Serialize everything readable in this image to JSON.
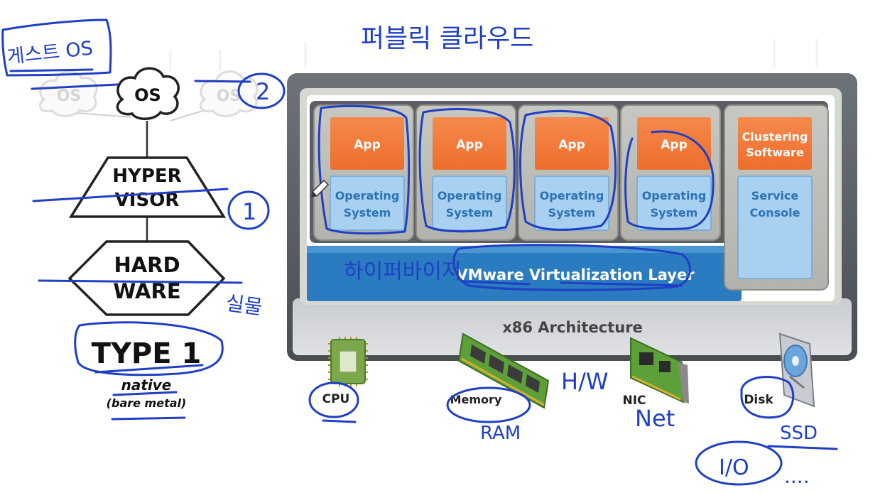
{
  "annotations": {
    "top_title": "퍼블릭 클라우드",
    "guest_os": "게스트 OS",
    "num_two": "2",
    "num_one": "1",
    "physical": "실물",
    "hypervisor_note": "하이퍼바이저",
    "hw": "H/W",
    "ram": "RAM",
    "net": "Net",
    "ssd": "SSD",
    "io": "I/O",
    "dots": "...."
  },
  "type1_diagram": {
    "os_center": "OS",
    "os_left": "OS",
    "os_right": "OS",
    "hypervisor_line1": "HYPER",
    "hypervisor_line2": "VISOR",
    "hardware_line1": "HARD",
    "hardware_line2": "WARE",
    "type_label": "TYPE 1",
    "native": "native",
    "bare_metal": "(bare metal)"
  },
  "vmware": {
    "vms": [
      {
        "app": "App",
        "os_line1": "Operating",
        "os_line2": "System"
      },
      {
        "app": "App",
        "os_line1": "Operating",
        "os_line2": "System"
      },
      {
        "app": "App",
        "os_line1": "Operating",
        "os_line2": "System"
      },
      {
        "app": "App",
        "os_line1": "Operating",
        "os_line2": "System"
      }
    ],
    "service": {
      "clustering_line1": "Clustering",
      "clustering_line2": "Software",
      "console_line1": "Service",
      "console_line2": "Console"
    },
    "virtualization_layer": "VMware Virtualization Layer",
    "architecture": "x86 Architecture",
    "hardware": {
      "cpu": "CPU",
      "memory": "Memory",
      "nic": "NIC",
      "disk": "Disk"
    }
  },
  "colors": {
    "app_orange": "#f27a3a",
    "os_blue": "#a8d0f0",
    "layer_blue": "#2a7bc0",
    "frame_dark": "#55595e",
    "ink_blue": "#1f3fc4"
  }
}
